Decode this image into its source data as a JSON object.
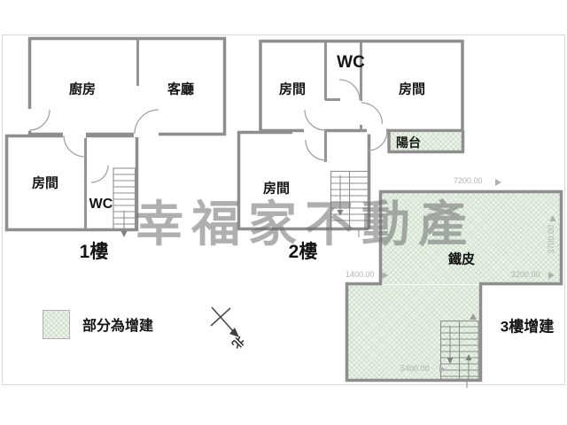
{
  "watermark": {
    "text": "幸福家不動產"
  },
  "legend": {
    "label": "部分為增建"
  },
  "compass": {
    "north": "北"
  },
  "floors": {
    "f1": {
      "label": "1樓",
      "kitchen": "廚房",
      "living_room": "客廳",
      "bedroom": "房間",
      "wc": "WC"
    },
    "f2": {
      "label": "2樓",
      "bedroom_left": "房間",
      "wc": "WC",
      "bedroom_right": "房間",
      "balcony": "陽台",
      "bedroom_lower": "房間"
    },
    "f3": {
      "label": "3樓增建",
      "area": "鐵皮",
      "dim_top": "7200.00",
      "dim_right": "3700.00",
      "dim_left_step": "1400.00",
      "dim_right_step": "3200.00",
      "dim_bottom": "5400.00"
    }
  },
  "colors": {
    "wall": "#8e8e8e",
    "addition_fill": "#edf3ea",
    "dimension": "#b3b3b3",
    "watermark": "#999999"
  }
}
